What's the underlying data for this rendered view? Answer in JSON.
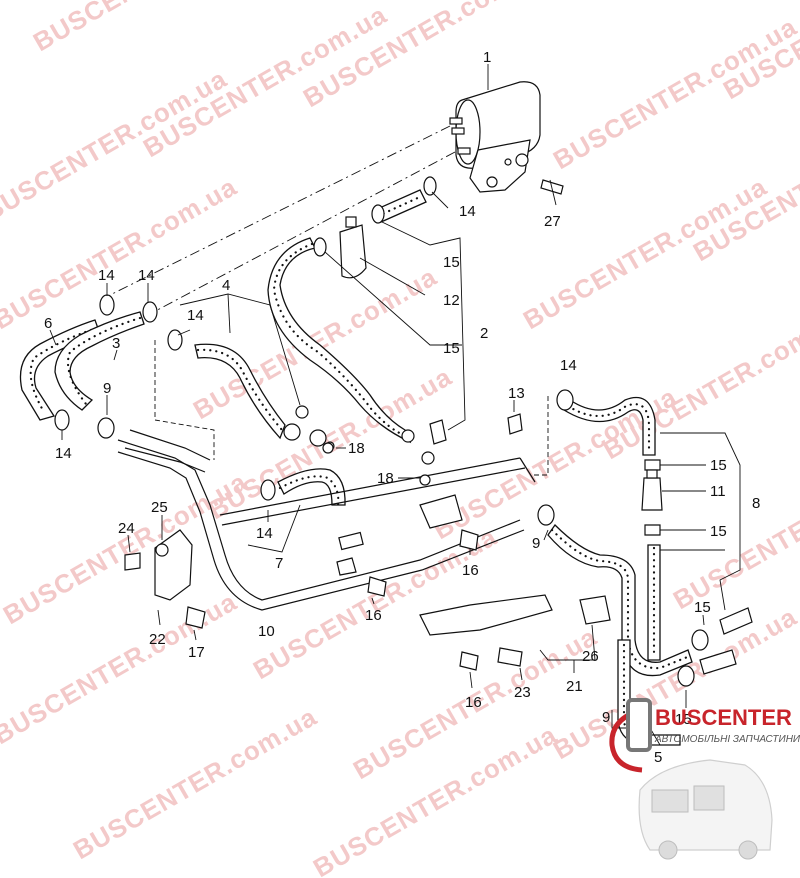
{
  "watermark": {
    "text": "BUSCENTER.com.ua",
    "color": "#f3c9c9"
  },
  "logo": {
    "name": "BUSCENTER",
    "subtitle": "АВТОМОБІЛЬНІ ЗАПЧАСТИНИ",
    "color": "#c8242b"
  },
  "callouts": [
    "1",
    "27",
    "14",
    "15",
    "12",
    "15",
    "2",
    "14",
    "14",
    "4",
    "14",
    "6",
    "3",
    "9",
    "14",
    "13",
    "14",
    "18",
    "18",
    "15",
    "11",
    "8",
    "15",
    "9",
    "25",
    "24",
    "14",
    "7",
    "16",
    "16",
    "22",
    "17",
    "10",
    "16",
    "23",
    "26",
    "21",
    "15",
    "9",
    "15",
    "5"
  ]
}
